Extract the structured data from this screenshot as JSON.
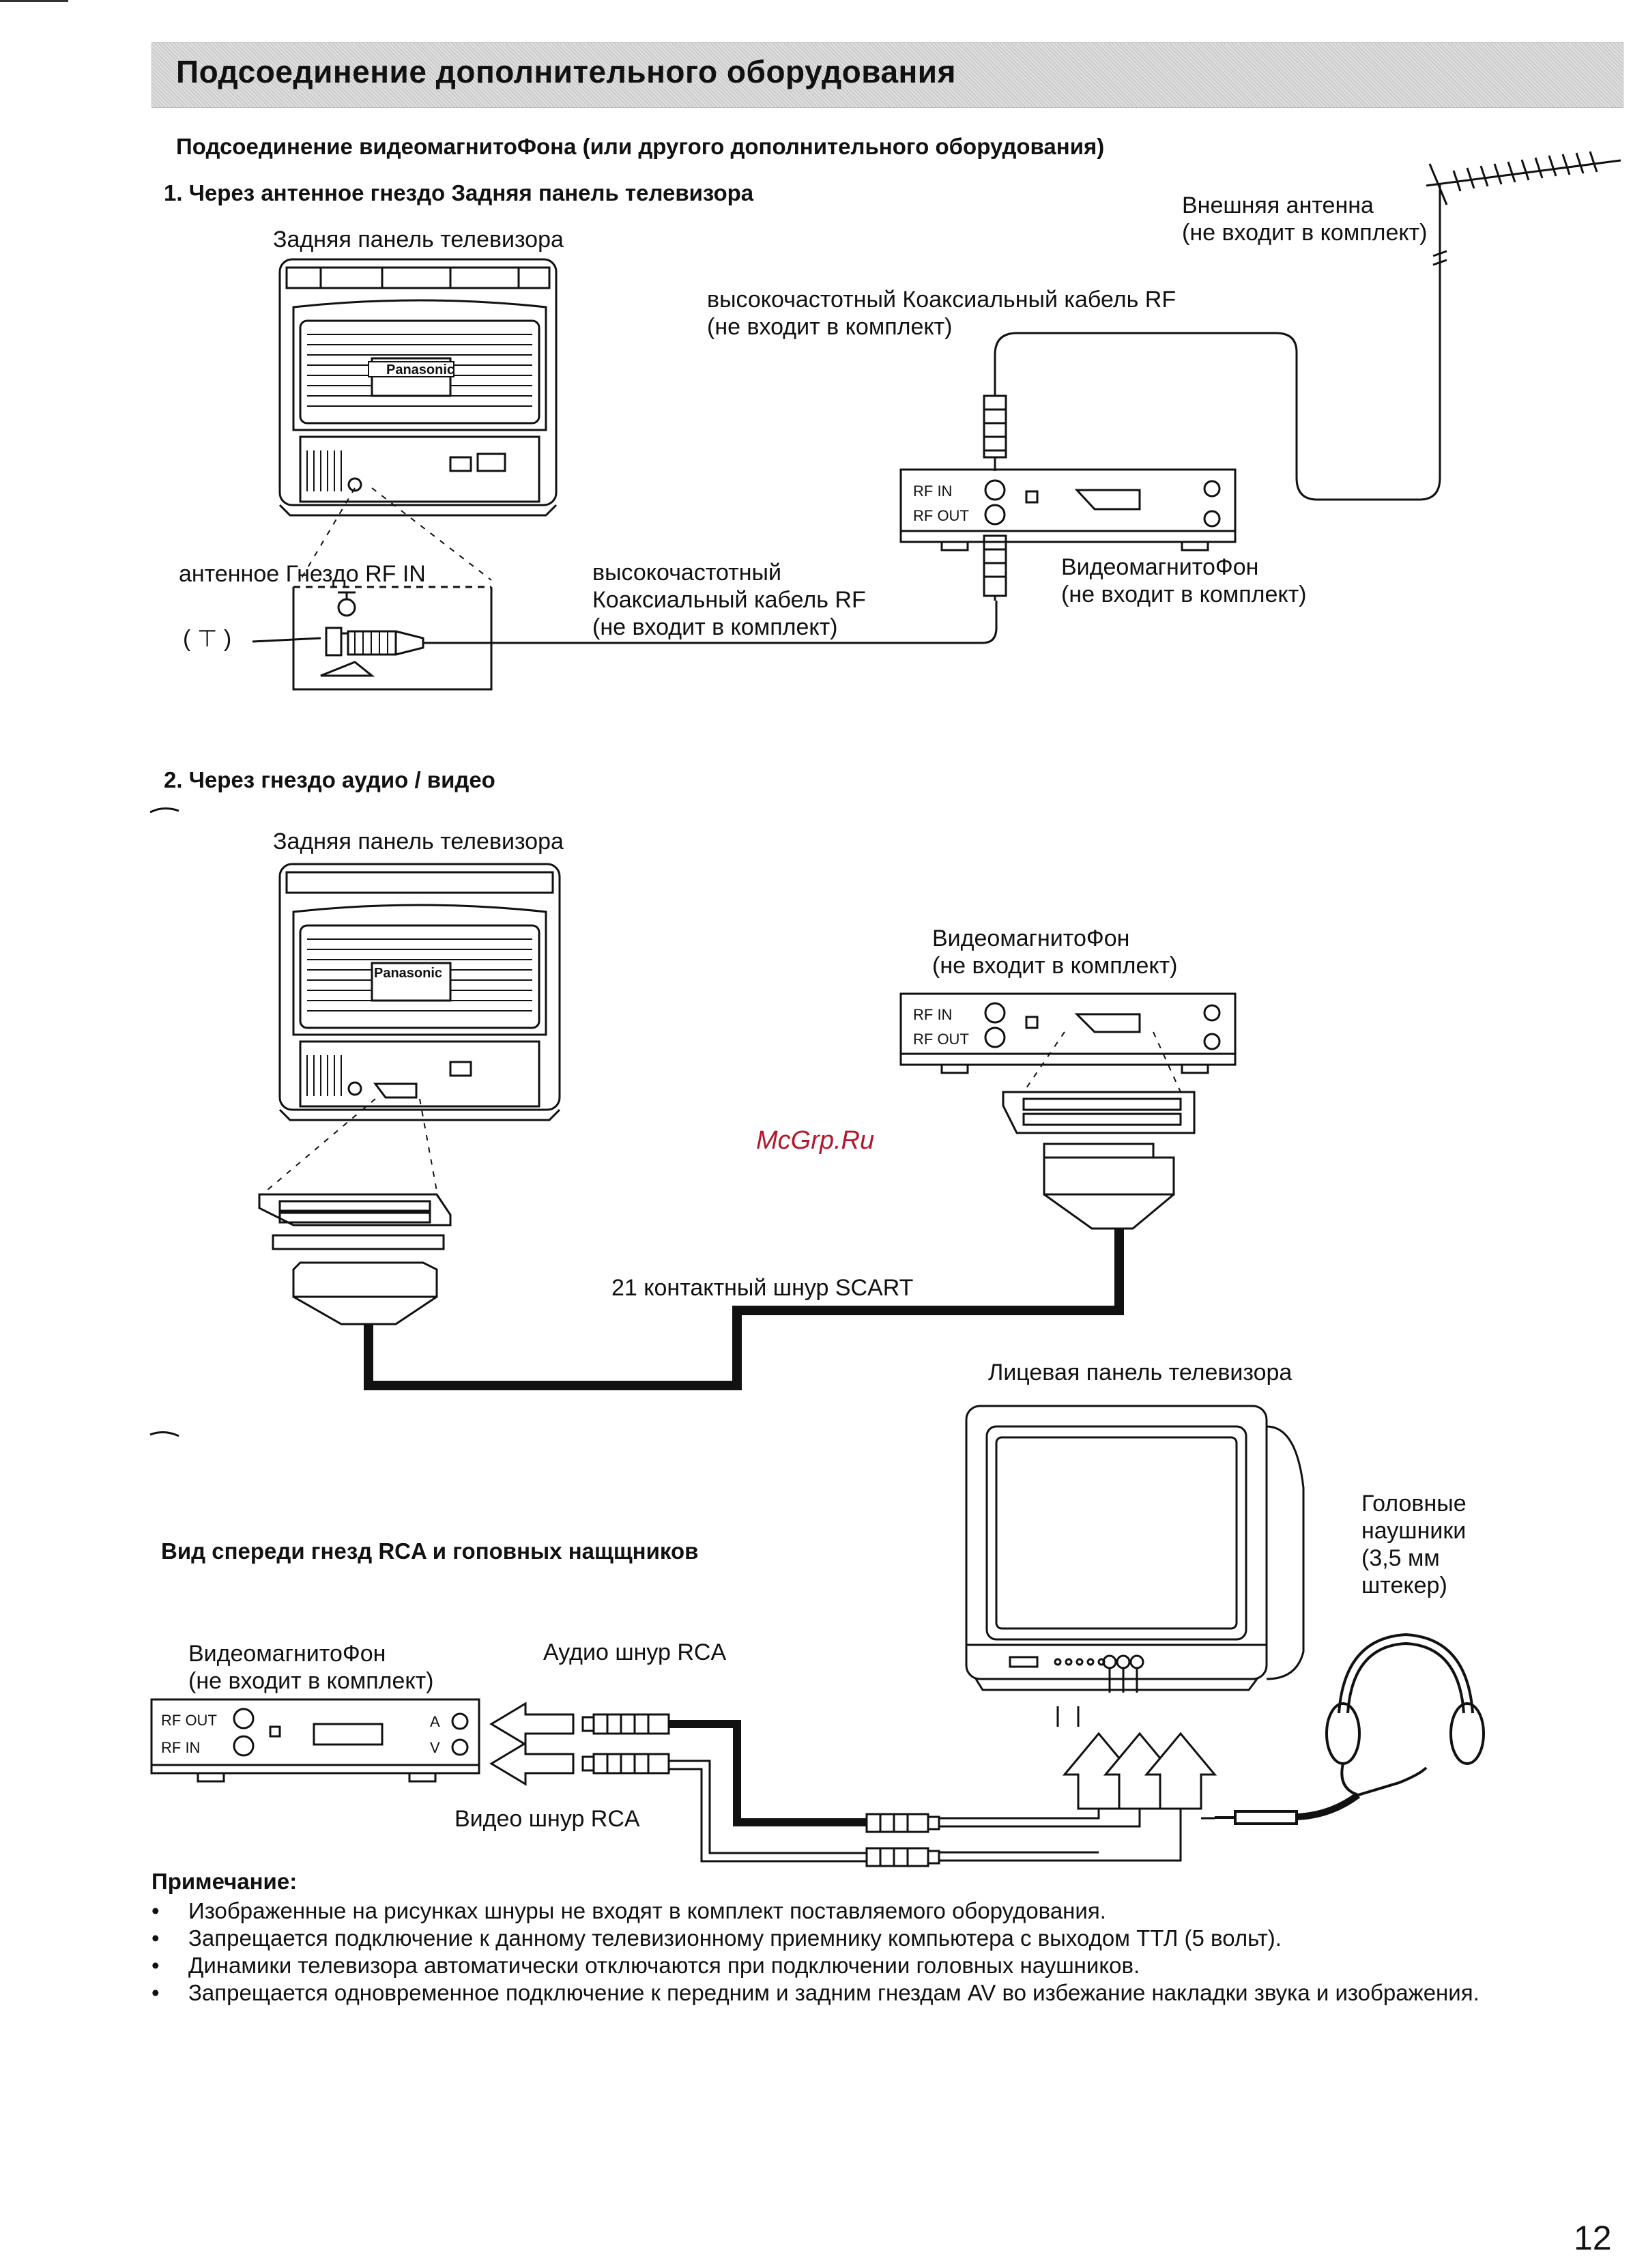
{
  "page": {
    "title": "Подсоединение дополнительного оборудования",
    "subtitle": "Подсоединение видеомагнитоФона (или другого дополнительного оборудования)",
    "page_number": "12",
    "watermark": "McGrp.Ru"
  },
  "section1": {
    "heading": "1. Через антенное гнездо Задняя панель телевизора",
    "tv_back_label": "Задняя панель телевизора",
    "antenna_label_line1": "Внешняя антенна",
    "antenna_label_line2": "(не входит в комплект)",
    "cable_top_line1": "высокочастотный Коаксиальный кабель RF",
    "cable_top_line2": "(не входит в комплект)",
    "jack_label": "антенное Гнездо  RF IN",
    "jack_symbol": "( ⊤ )",
    "cable_bottom_line1": "высокочастотный",
    "cable_bottom_line2": "Коаксиальный кабель  RF",
    "cable_bottom_line3": "(не входит в комплект)",
    "vcr_label_line1": "ВидеомагнитоФон",
    "vcr_label_line2": "(не входит в комплект)",
    "vcr_rf_in": "RF IN",
    "vcr_rf_out": "RF OUT",
    "brand": "Panasonic"
  },
  "section2": {
    "heading": "2. Через гнездо аудио / видео",
    "tv_back_label": "Задняя панель телевизора",
    "vcr_label_line1": "ВидеомагнитоФон",
    "vcr_label_line2": "(не входит в комплект)",
    "vcr_rf_in": "RF IN",
    "vcr_rf_out": "RF OUT",
    "scart_label": "21 контактный шнур SCART",
    "brand": "Panasonic"
  },
  "section3": {
    "front_tv_label": "Лицевая панель телевизора",
    "heading": "Вид спереди гнезд RCA и гоповных нащщников",
    "headphones_line1": "Головные",
    "headphones_line2": "наушники",
    "headphones_line3": "(3,5 мм",
    "headphones_line4": "штекер)",
    "vcr_label_line1": "ВидеомагнитоФон",
    "vcr_label_line2": "(не входит в комплект)",
    "audio_cord": "Аудио шнур RCA",
    "video_cord": "Видео шнур RCA",
    "vcr_rf_out": "RF OUT",
    "vcr_rf_in": "RF IN",
    "vcr_a": "A",
    "vcr_v": "V"
  },
  "notes": {
    "heading": "Примечание:",
    "items": [
      "Изображенные на рисунках шнуры не входят в комплект поставляемого оборудования.",
      "Запрещается подключение к данному телевизионному приемнику компьютера с выходом ТТЛ (5 вольт).",
      "Динамики телевизора автоматически отключаются при подключении головных наушников.",
      "Запрещается одновременное подключение к передним и задним гнездам AV во избежание накладки звука и изображения."
    ]
  }
}
